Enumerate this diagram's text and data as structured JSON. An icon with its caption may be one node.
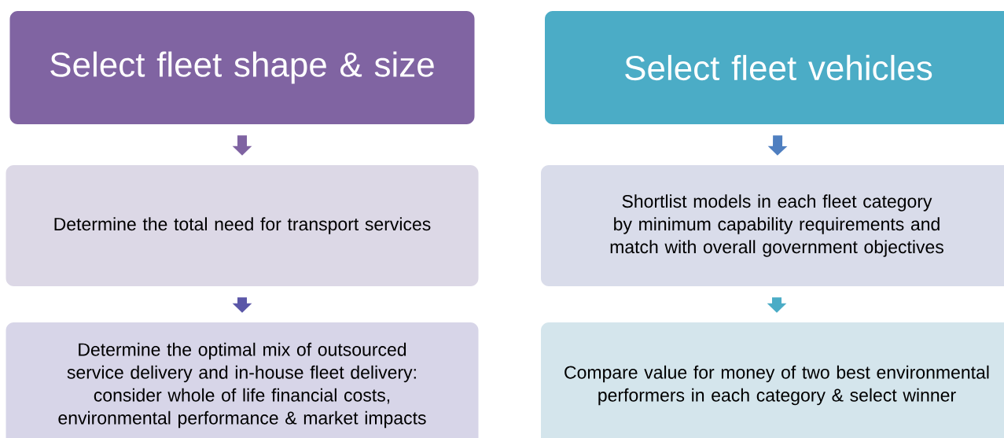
{
  "diagram": {
    "nodes": [
      {
        "text": [
          "Select fleet shape & size"
        ]
      },
      {
        "text": [
          "Determine the total need for transport services"
        ]
      },
      {
        "text": [
          "Determine the optimal mix of outsourced service delivery and in-house fleet delivery: consider whole of life financial costs, environmental performance & market impacts"
        ]
      },
      {
        "text": [
          "Select fleet vehicles"
        ]
      },
      {
        "text": [
          "Shortlist models in each fleet category by minimum capability requirements and match with overall government objectives"
        ]
      },
      {
        "text": [
          "Compare value for money of two best environmental performers in each category & select winner"
        ]
      }
    ],
    "edges": [
      {
        "from": 0,
        "to": 1,
        "arrow": "to",
        "color": "#7f63a2"
      },
      {
        "from": 1,
        "to": 2,
        "arrow": "to",
        "color": "#5b57a8"
      },
      {
        "from": 3,
        "to": 4,
        "arrow": "to",
        "color": "#4f7fc0"
      },
      {
        "from": 4,
        "to": 5,
        "arrow": "to",
        "color": "#4bacc6"
      }
    ]
  }
}
